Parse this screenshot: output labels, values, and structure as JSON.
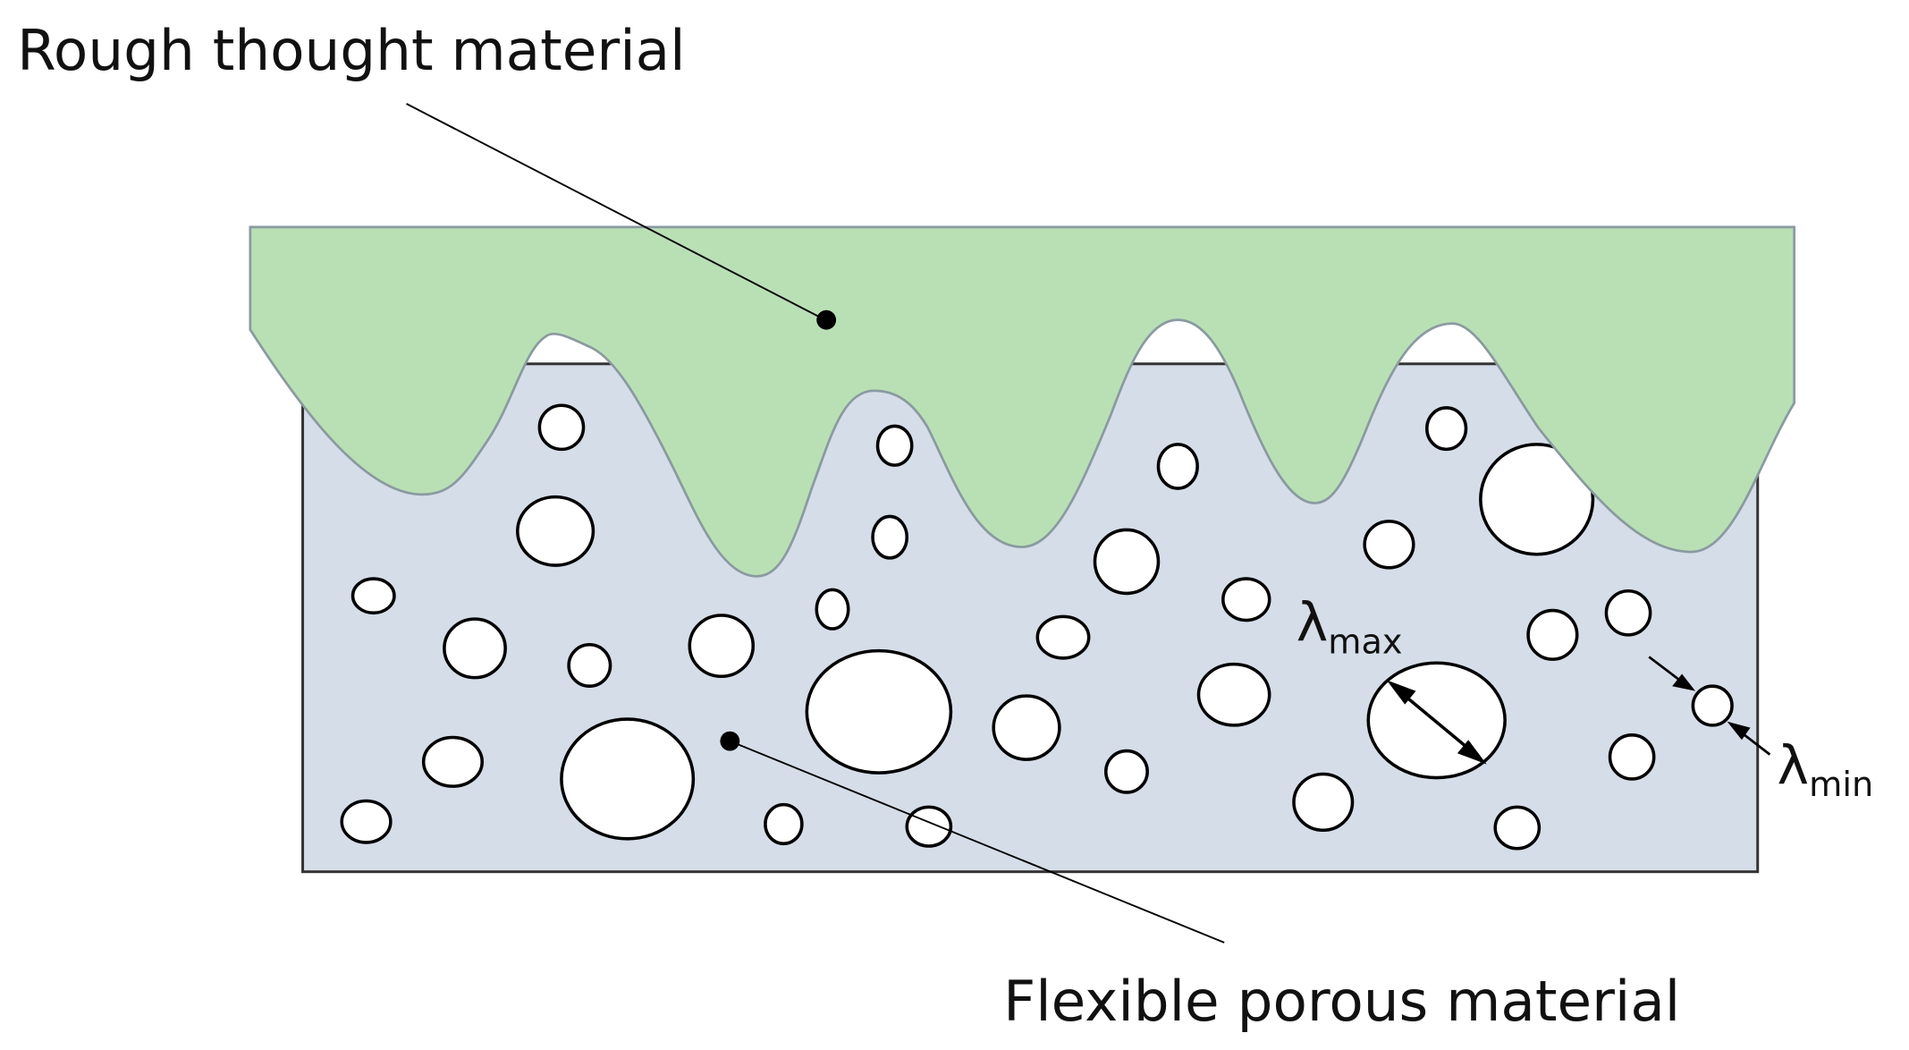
{
  "labels": {
    "rough_material": "Rough thought material",
    "porous_material": "Flexible porous material",
    "lambda_max_symbol": "λ",
    "lambda_max_sub": "max",
    "lambda_min_symbol": "λ",
    "lambda_min_sub": "min"
  },
  "colors": {
    "rough_fill": "#b9e0b5",
    "rough_stroke": "#8a9aa0",
    "porous_fill": "#d5dde8",
    "porous_stroke": "#333333",
    "pore_fill": "#ffffff",
    "pore_stroke": "#000000",
    "leader": "#000000"
  }
}
